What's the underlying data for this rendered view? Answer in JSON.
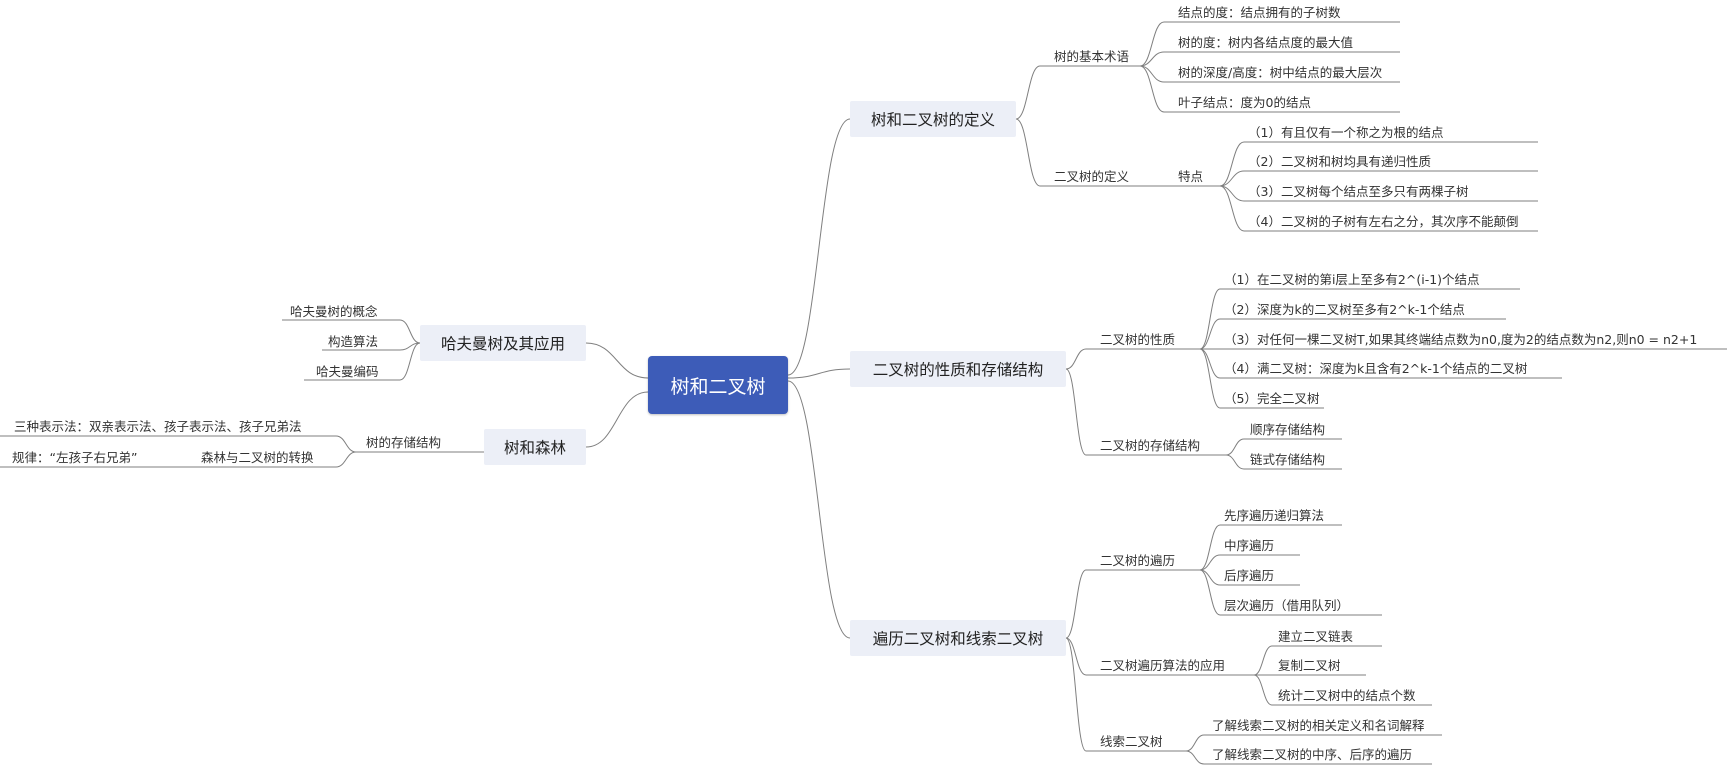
{
  "root": "树和二叉树",
  "b1": {
    "title": "树和二叉树的定义",
    "terms": {
      "title": "树的基本术语",
      "items": [
        "结点的度：结点拥有的子树数",
        "树的度：树内各结点度的最大值",
        "树的深度/高度：树中结点的最大层次",
        "叶子结点：度为0的结点"
      ]
    },
    "def": {
      "title": "二叉树的定义",
      "feature": "特点",
      "items": [
        "（1）有且仅有一个称之为根的结点",
        "（2）二叉树和树均具有递归性质",
        "（3）二叉树每个结点至多只有两棵子树",
        "（4）二叉树的子树有左右之分，其次序不能颠倒"
      ]
    }
  },
  "b2": {
    "title": "二叉树的性质和存储结构",
    "props": {
      "title": "二叉树的性质",
      "items": [
        "（1）在二叉树的第i层上至多有2^(i-1)个结点",
        "（2）深度为k的二叉树至多有2^k-1个结点",
        "（3）对任何一棵二叉树T,如果其终端结点数为n0,度为2的结点数为n2,则n0 = n2+1",
        "（4）满二叉树：深度为k且含有2^k-1个结点的二叉树",
        "（5）完全二叉树"
      ]
    },
    "storage": {
      "title": "二叉树的存储结构",
      "items": [
        "顺序存储结构",
        "链式存储结构"
      ]
    }
  },
  "b3": {
    "title": "遍历二叉树和线索二叉树",
    "traverse": {
      "title": "二叉树的遍历",
      "items": [
        "先序遍历递归算法",
        "中序遍历",
        "后序遍历",
        "层次遍历（借用队列）"
      ]
    },
    "apply": {
      "title": "二叉树遍历算法的应用",
      "items": [
        "建立二叉链表",
        "复制二叉树",
        "统计二叉树中的结点个数"
      ]
    },
    "thread": {
      "title": "线索二叉树",
      "items": [
        "了解线索二叉树的相关定义和名词解释",
        "了解线索二叉树的中序、后序的遍历"
      ]
    }
  },
  "b4": {
    "title": "哈夫曼树及其应用",
    "items": [
      "哈夫曼树的概念",
      "构造算法",
      "哈夫曼编码"
    ]
  },
  "b5": {
    "title": "树和森林",
    "storage": {
      "title": "树的存储结构",
      "item": "三种表示法：双亲表示法、孩子表示法、孩子兄弟法"
    },
    "convert": {
      "title": "森林与二叉树的转换",
      "item": "规律：“左孩子右兄弟”"
    }
  }
}
